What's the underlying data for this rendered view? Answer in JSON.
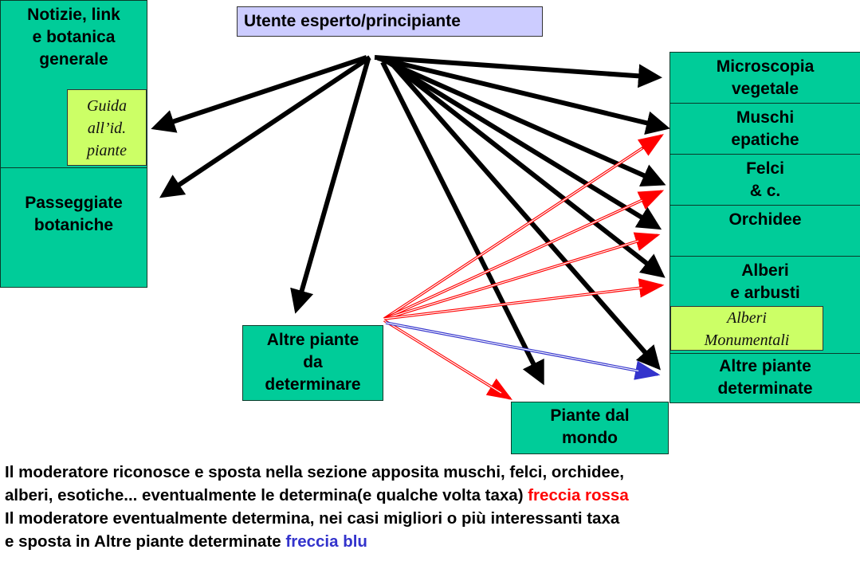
{
  "title": "Utente esperto/principiante",
  "left": {
    "notizie": [
      "Notizie, link",
      "e botanica",
      "generale"
    ],
    "guida": [
      "Guida",
      "all’id.",
      "piante"
    ],
    "passeggiate": [
      "Passeggiate",
      "botaniche"
    ]
  },
  "right": {
    "microscopia": [
      "Microscopia",
      "vegetale"
    ],
    "muschi": [
      "Muschi",
      "epatiche"
    ],
    "felci": [
      "Felci",
      "& c."
    ],
    "orchidee": [
      "Orchidee"
    ],
    "alberi": [
      "Alberi",
      "e arbusti"
    ],
    "monumentali": [
      "Alberi",
      "Monumentali"
    ],
    "determinate": [
      "Altre piante",
      "determinate"
    ]
  },
  "center": {
    "da_determinare": [
      "Altre piante",
      "da",
      "determinare"
    ],
    "mondo": [
      "Piante dal",
      "mondo"
    ]
  },
  "caption": {
    "line1": "Il moderatore riconosce e sposta nella sezione apposita muschi, felci, orchidee,",
    "line2": "alberi, esotiche... eventualmente le determina(e qualche volta taxa) ",
    "line2_red": "freccia rossa",
    "line3": "Il moderatore eventualmente determina, nei casi migliori o più interessanti taxa",
    "line4": "e sposta in Altre piante determinate ",
    "line4_blue": "freccia blu"
  },
  "colors": {
    "box": "#00CC99",
    "note": "#CCFF66",
    "title": "#CCCCFF",
    "red": "#ff0000",
    "blue": "#3333cc"
  }
}
